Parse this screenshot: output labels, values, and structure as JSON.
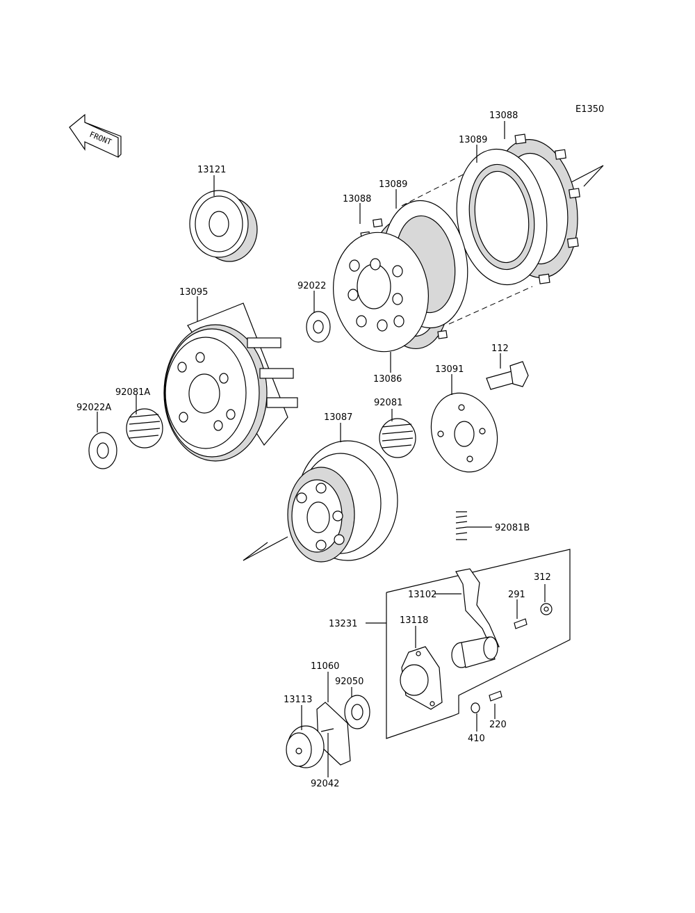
{
  "diagram": {
    "code": "E1350",
    "front_label": "FRONT",
    "parts": {
      "p13088a": "13088",
      "p13089a": "13089",
      "p13089b": "13089",
      "p13088b": "13088",
      "p13121": "13121",
      "p13095": "13095",
      "p92022": "92022",
      "p13086": "13086",
      "p112": "112",
      "p13091": "13091",
      "p92081A": "92081A",
      "p92022A": "92022A",
      "p92081": "92081",
      "p13087": "13087",
      "p92081B": "92081B",
      "p312": "312",
      "p13102": "13102",
      "p291": "291",
      "p13231": "13231",
      "p13118": "13118",
      "p11060": "11060",
      "p92050": "92050",
      "p13113": "13113",
      "p220": "220",
      "p410": "410",
      "p92042": "92042"
    }
  }
}
